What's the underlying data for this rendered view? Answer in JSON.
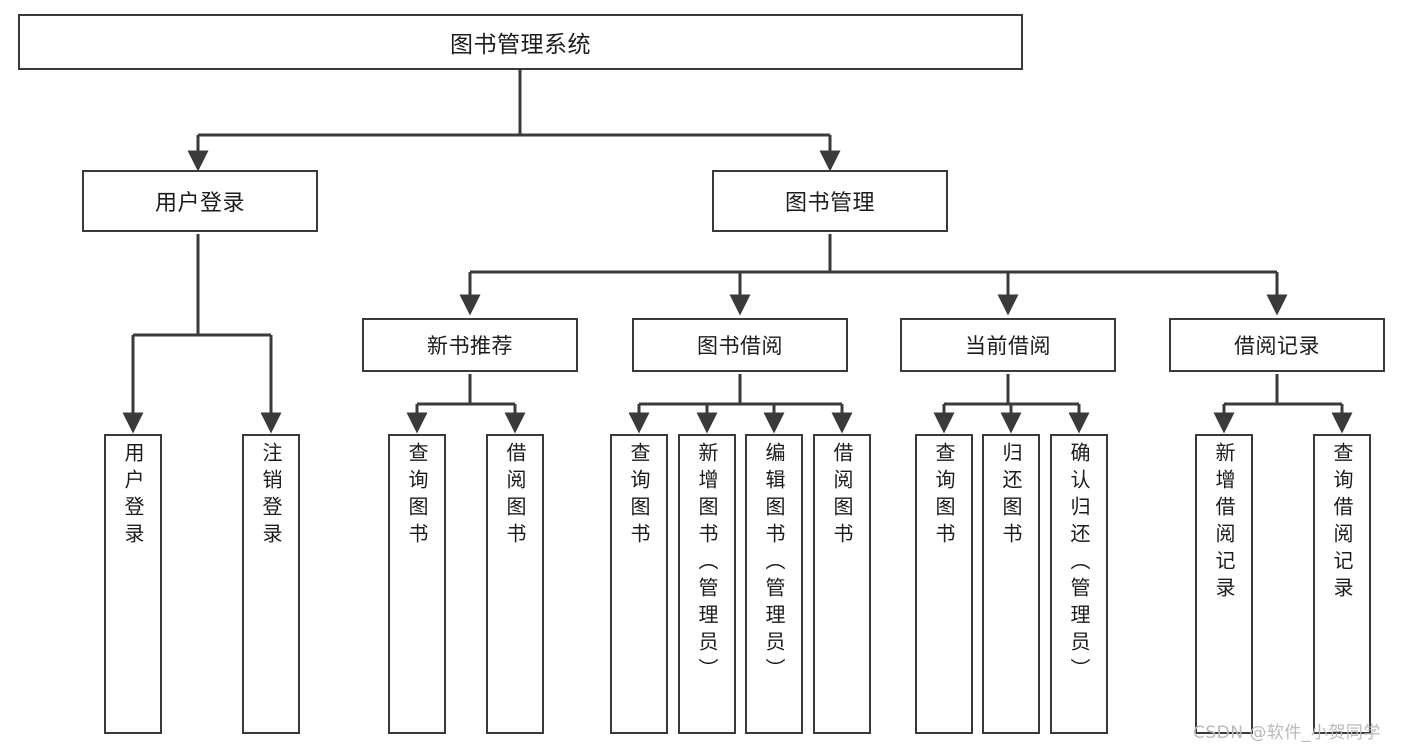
{
  "diagram": {
    "title": "图书管理系统",
    "type": "hierarchy-tree",
    "orientation": "top-down",
    "colors": {
      "background": "#ffffff",
      "box_border": "#3a3a3a",
      "connector": "#3a3a3a",
      "text": "#1c1c1c",
      "watermark": "#b9b9b9"
    },
    "levels": {
      "root": {
        "label": "图书管理系统"
      },
      "level2": [
        {
          "label": "用户登录"
        },
        {
          "label": "图书管理"
        }
      ],
      "level3": [
        {
          "label": "新书推荐"
        },
        {
          "label": "图书借阅"
        },
        {
          "label": "当前借阅"
        },
        {
          "label": "借阅记录"
        }
      ],
      "leaves": {
        "user_login": [
          {
            "label": "用户登录"
          },
          {
            "label": "注销登录"
          }
        ],
        "new_book_recommend": [
          {
            "label": "查询图书"
          },
          {
            "label": "借阅图书"
          }
        ],
        "book_borrow": [
          {
            "label": "查询图书"
          },
          {
            "label": "新增图书（管理员）"
          },
          {
            "label": "编辑图书（管理员）"
          },
          {
            "label": "借阅图书"
          }
        ],
        "current_borrow": [
          {
            "label": "查询图书"
          },
          {
            "label": "归还图书"
          },
          {
            "label": "确认归还（管理员）"
          }
        ],
        "borrow_record": [
          {
            "label": "新增借阅记录"
          },
          {
            "label": "查询借阅记录"
          }
        ]
      }
    }
  },
  "watermark": {
    "text": "CSDN @软件_小贺同学"
  }
}
